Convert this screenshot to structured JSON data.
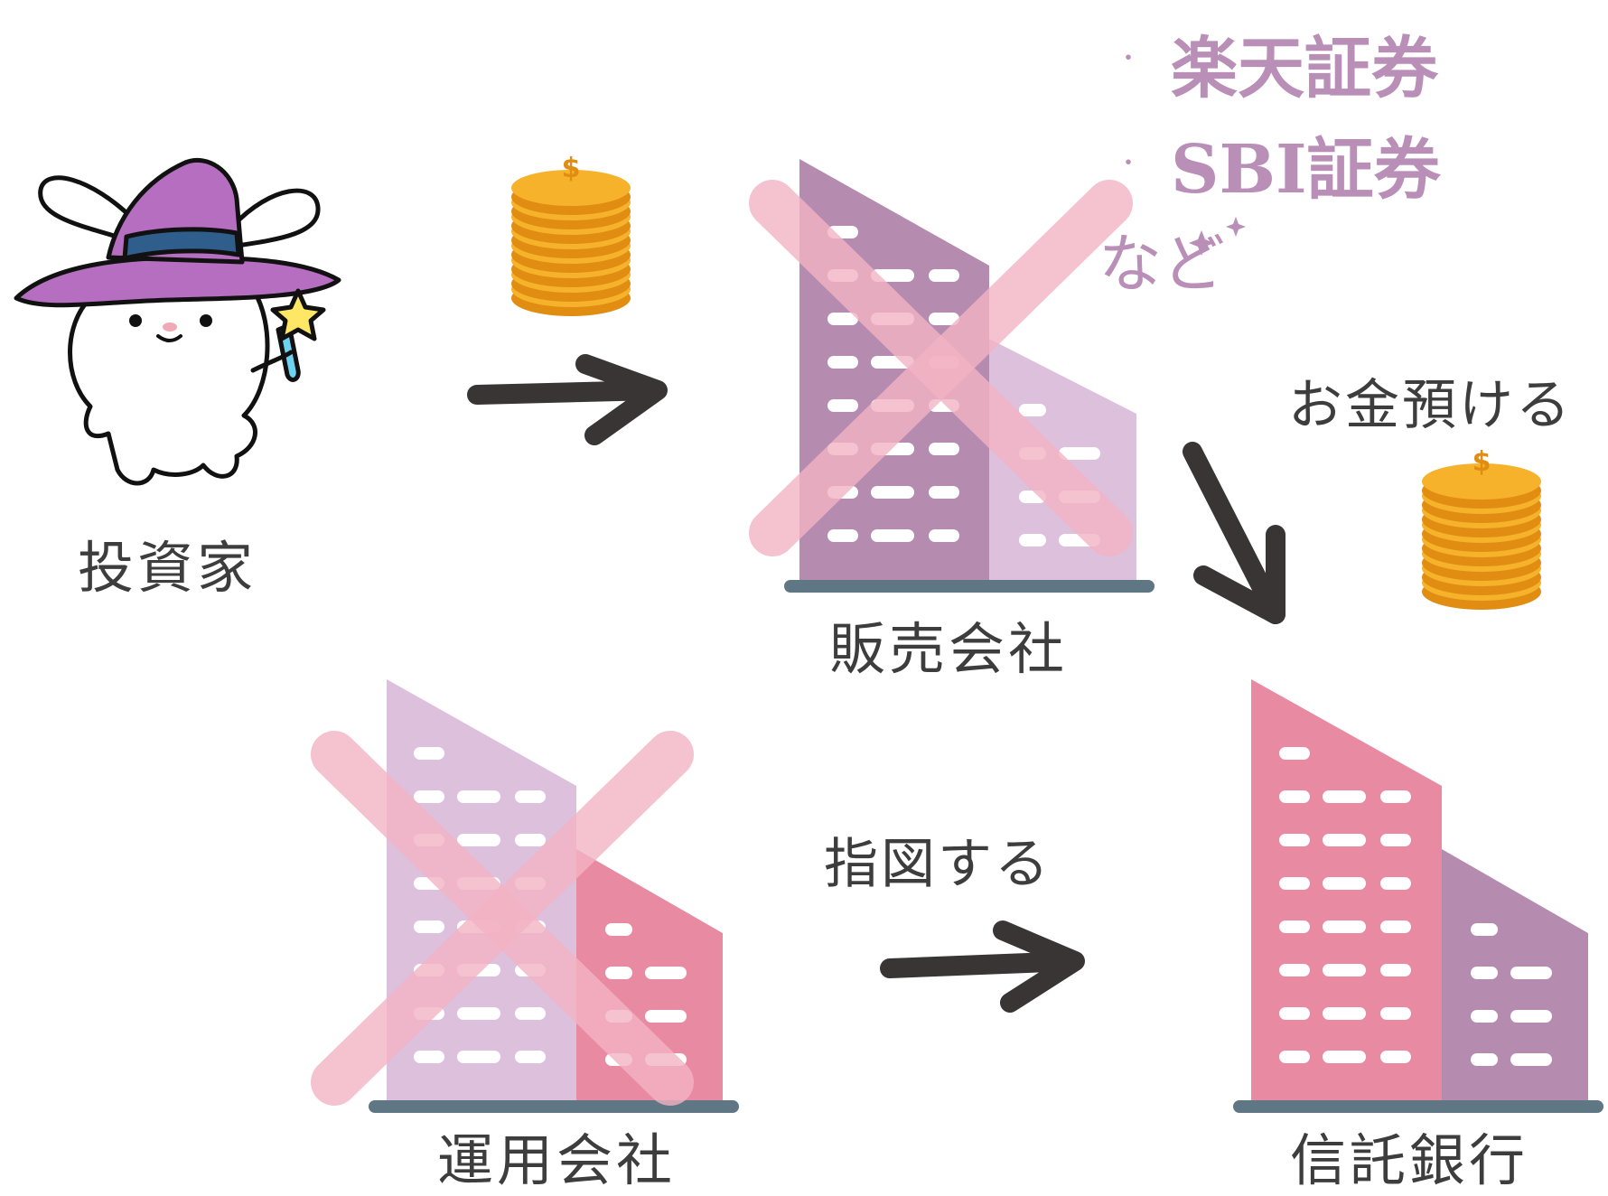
{
  "labels": {
    "investor": "投資家",
    "seller": "販売会社",
    "manager": "運用会社",
    "trustee": "信託銀行",
    "deposit": "お金預ける",
    "instruct": "指図する"
  },
  "sellers_list": {
    "items": [
      "楽天証券",
      "SBI証券"
    ],
    "bullet": "・",
    "suffix": "など"
  },
  "icons": [
    "rabbit-wizard-icon",
    "coin-stack-icon",
    "building-icon",
    "cross-mark-icon",
    "arrow-icon",
    "star-icon"
  ],
  "colors": {
    "text": "#3d3d3d",
    "accent_purple": "#b98fb8",
    "building_pink": "#e88aa2",
    "building_purple": "#b58caf",
    "building_lilac": "#dcc0dc",
    "cross_pink": "#f2b3c3",
    "coin_gold": "#f6b22a",
    "base_gray": "#5f7784"
  }
}
